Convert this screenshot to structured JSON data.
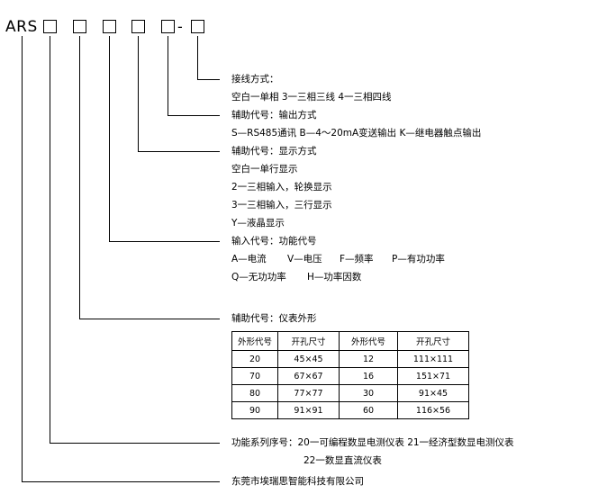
{
  "header": {
    "prefix": "ARS",
    "separator": "-"
  },
  "sections": {
    "wiring": {
      "title": "接线方式：",
      "options": "空白一单相  3一三相三线  4一三相四线"
    },
    "output": {
      "title": "辅助代号：输出方式",
      "options": "S—RS485通讯 B—4～20mA变送输出 K—继电器触点输出"
    },
    "display": {
      "title": "辅助代号：显示方式",
      "items": [
        "空白一单行显示",
        "2一三相输入，轮换显示",
        "3一三相输入，三行显示",
        "Y—液晶显示"
      ]
    },
    "function": {
      "title": "输入代号：功能代号",
      "row1": [
        "A—电流",
        "V—电压",
        "F—频率",
        "P—有功功率"
      ],
      "row2": [
        "Q—无功功率",
        "H—功率因数"
      ]
    },
    "shape": {
      "title": "辅助代号：仪表外形",
      "table": {
        "headers": [
          "外形代号",
          "开孔尺寸",
          "外形代号",
          "开孔尺寸"
        ],
        "rows": [
          [
            "20",
            "45×45",
            "12",
            "111×111"
          ],
          [
            "70",
            "67×67",
            "16",
            "151×71"
          ],
          [
            "80",
            "77×77",
            "30",
            "91×45"
          ],
          [
            "90",
            "91×91",
            "60",
            "116×56"
          ]
        ]
      }
    },
    "series": {
      "line1": "功能系列序号：20一可编程数显电测仪表  21一经济型数显电测仪表",
      "line2": "22一数显直流仪表"
    },
    "company": {
      "name": "东莞市埃瑞思智能科技有限公司"
    }
  }
}
